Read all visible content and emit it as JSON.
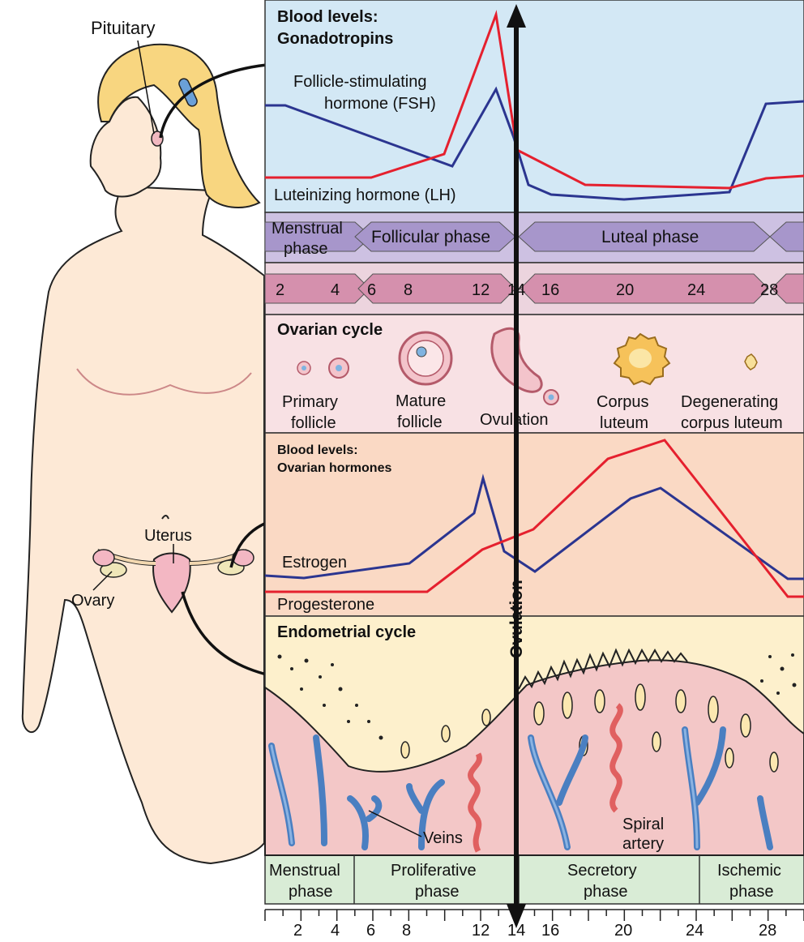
{
  "figure_labels": {
    "pituitary": "Pituitary",
    "uterus": "Uterus",
    "ovary": "Ovary"
  },
  "gonadotropins": {
    "title_line1": "Blood levels:",
    "title_line2": "Gonadotropins",
    "fsh_label_line1": "Follicle-stimulating",
    "fsh_label_line2": "hormone (FSH)",
    "lh_label": "Luteinizing hormone (LH)"
  },
  "phases_top": {
    "menstrual_line1": "Menstrual",
    "menstrual_line2": "phase",
    "follicular": "Follicular phase",
    "luteal": "Luteal phase"
  },
  "day_ticks_top": [
    "2",
    "4",
    "6",
    "8",
    "12",
    "14",
    "16",
    "20",
    "24",
    "28"
  ],
  "ovarian_cycle": {
    "title": "Ovarian cycle",
    "primary_line1": "Primary",
    "primary_line2": "follicle",
    "mature_line1": "Mature",
    "mature_line2": "follicle",
    "ovulation": "Ovulation",
    "corpus_line1": "Corpus",
    "corpus_line2": "luteum",
    "degen_line1": "Degenerating",
    "degen_line2": "corpus luteum"
  },
  "ovarian_hormones": {
    "title_line1": "Blood levels:",
    "title_line2": "Ovarian hormones",
    "estrogen_label": "Estrogen",
    "progesterone_label": "Progesterone"
  },
  "endometrial": {
    "title": "Endometrial cycle",
    "veins": "Veins",
    "spiral_line1": "Spiral",
    "spiral_line2": "artery"
  },
  "ovulation_axis_label": "Ovulation",
  "phases_bottom": {
    "menstrual_line1": "Menstrual",
    "menstrual_line2": "phase",
    "proliferative_line1": "Proliferative",
    "proliferative_line2": "phase",
    "secretory_line1": "Secretory",
    "secretory_line2": "phase",
    "ischemic_line1": "Ischemic",
    "ischemic_line2": "phase"
  },
  "day_ticks_bottom": [
    "2",
    "4",
    "6",
    "8",
    "12",
    "14",
    "16",
    "20",
    "24",
    "28"
  ],
  "colors": {
    "fsh": "#2b3590",
    "lh": "#e5202e",
    "estrogen": "#2b3590",
    "progesterone": "#e5202e",
    "gonadotropin_bg": "#d3e8f5",
    "phase_band": "#b7a7d3",
    "day_band": "#e8b9c9",
    "ovarian_bg": "#f8e1e4",
    "hormone_bg": "#fad9c4",
    "endometrium_bg": "#fdf0cc",
    "bottom_phase_bg": "#d9ecd6",
    "vein": "#4a7fc1",
    "artery": "#e06060",
    "skin": "#fde9d6",
    "hair": "#f8d680"
  }
}
